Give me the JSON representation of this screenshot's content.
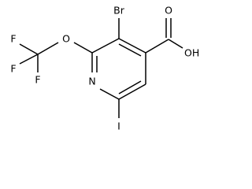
{
  "molecule": {
    "atoms": [
      {
        "id": "Br",
        "label": "Br"
      },
      {
        "id": "N",
        "label": "N"
      },
      {
        "id": "O_ether",
        "label": "O"
      },
      {
        "id": "F1",
        "label": "F"
      },
      {
        "id": "F2",
        "label": "F"
      },
      {
        "id": "F3",
        "label": "F"
      },
      {
        "id": "O_carbonyl",
        "label": "O"
      },
      {
        "id": "OH",
        "label": "OH"
      },
      {
        "id": "I",
        "label": "I"
      }
    ]
  }
}
